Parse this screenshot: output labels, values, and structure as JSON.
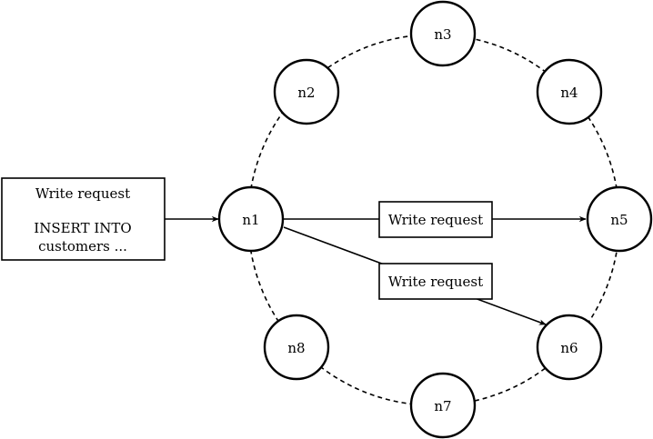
{
  "diagram": {
    "request_box": {
      "line1": "Write request",
      "line2": "INSERT INTO",
      "line3": "customers ..."
    },
    "nodes": [
      "n1",
      "n2",
      "n3",
      "n4",
      "n5",
      "n6",
      "n7",
      "n8"
    ],
    "edge_label_n5": "Write request",
    "edge_label_n6": "Write request"
  }
}
